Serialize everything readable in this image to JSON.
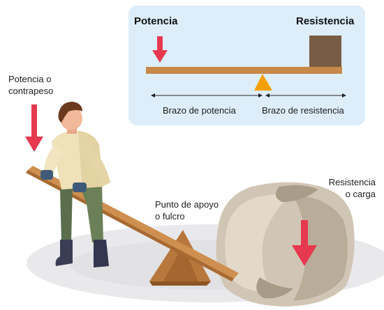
{
  "inset": {
    "effort_title": "Potencia",
    "load_title": "Resistencia",
    "effort_arm_label": "Brazo de potencia",
    "load_arm_label": "Brazo de resistencia"
  },
  "scene": {
    "effort_label": [
      "Potencia o",
      "contrapeso"
    ],
    "fulcrum_label": [
      "Punto de apoyo",
      "o fulcro"
    ],
    "load_label": [
      "Resistencia",
      "o carga"
    ]
  },
  "colors": {
    "arrow": "#e63950",
    "beam": "#c8884a",
    "fulcrum": "#f5a000",
    "load_block": "#7a5c44",
    "rock": "#cfc4b3",
    "inset_bg": "#ddeefa"
  }
}
